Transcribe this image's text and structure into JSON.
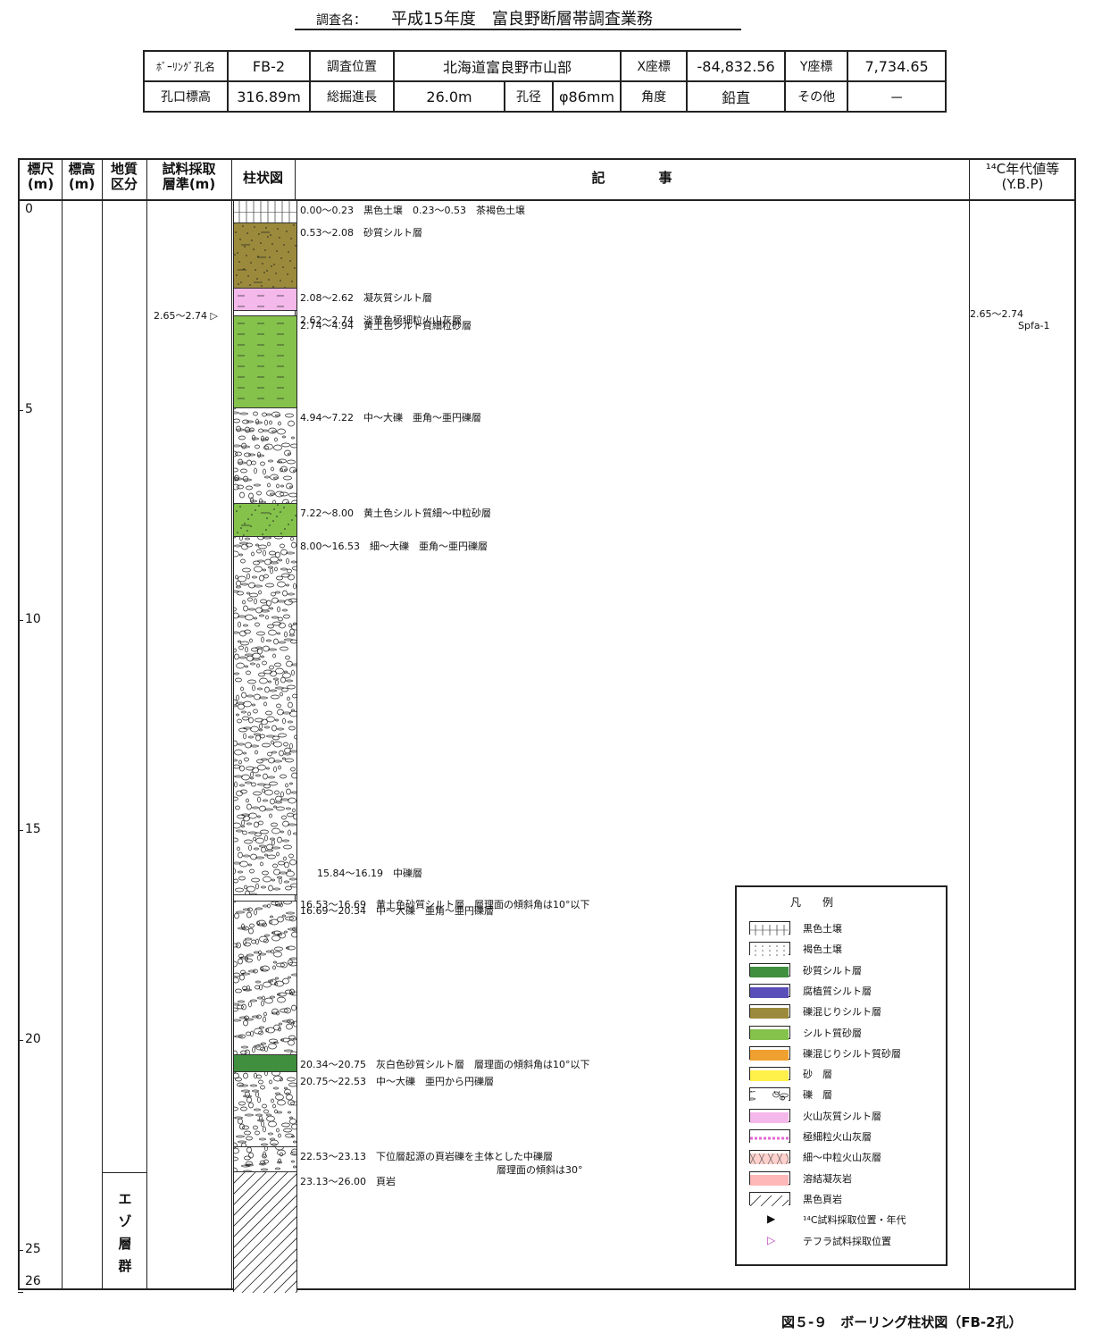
{
  "survey": {
    "label": "調査名：",
    "title": "平成15年度　富良野断層帯調査業務"
  },
  "header": {
    "row1": [
      "ﾎﾞｰﾘﾝｸﾞ孔名",
      "FB-2",
      "調査位置",
      "北海道富良野市山部",
      "X座標",
      "-84,832.56",
      "Y座標",
      "7,734.65"
    ],
    "row2": [
      "孔口標高",
      "316.89m",
      "総掘進長",
      "26.0m",
      "孔径",
      "φ86mm",
      "角度",
      "鉛直",
      "その他",
      "－"
    ]
  },
  "columns": {
    "scale": "標尺\n(m)",
    "elev": "標高\n(m)",
    "geo": "地質\n区分",
    "sample": "試料採取\n層準(m)",
    "column": "柱状図",
    "desc": "記　　　　事",
    "c14": "¹⁴C年代値等\n(Y.B.P)"
  },
  "depth_labels": [
    "0",
    "5",
    "10",
    "15",
    "20",
    "25",
    "26"
  ],
  "depth_values": [
    0,
    5,
    10,
    15,
    20,
    25,
    26
  ],
  "layers": [
    {
      "top": 0.0,
      "bot": 0.53,
      "color": "#ffffff",
      "pattern": "soil"
    },
    {
      "top": 0.53,
      "bot": 2.08,
      "color": "#9b8a3c",
      "pattern": "dots"
    },
    {
      "top": 2.08,
      "bot": 2.62,
      "color": "#f4b8ea",
      "pattern": "dash"
    },
    {
      "top": 2.62,
      "bot": 2.74,
      "color": "#e36ad4",
      "pattern": "none"
    },
    {
      "top": 2.74,
      "bot": 4.94,
      "color": "#84c24c",
      "pattern": "dash"
    },
    {
      "top": 4.94,
      "bot": 7.22,
      "color": "#ffffff",
      "pattern": "gravel"
    },
    {
      "top": 7.22,
      "bot": 8.0,
      "color": "#84c24c",
      "pattern": "dots"
    },
    {
      "top": 8.0,
      "bot": 16.53,
      "color": "#ffffff",
      "pattern": "gravel"
    },
    {
      "top": 16.53,
      "bot": 16.69,
      "color": "#3f8f3f",
      "pattern": "none"
    },
    {
      "top": 16.69,
      "bot": 20.34,
      "color": "#ffffff",
      "pattern": "gravel"
    },
    {
      "top": 20.34,
      "bot": 20.75,
      "color": "#3f8f3f",
      "pattern": "none"
    },
    {
      "top": 20.75,
      "bot": 22.53,
      "color": "#ffffff",
      "pattern": "gravel"
    },
    {
      "top": 22.53,
      "bot": 23.13,
      "color": "#ffffff",
      "pattern": "gravel"
    },
    {
      "top": 23.13,
      "bot": 26.0,
      "color": "#ffffff",
      "pattern": "hatch"
    }
  ],
  "descriptions": [
    {
      "depth": 0.0,
      "text": "0.00～0.23　黒色土壌　0.23～0.53　茶褐色土壌"
    },
    {
      "depth": 0.53,
      "text": "0.53～2.08　砂質シルト層"
    },
    {
      "depth": 2.08,
      "text": "2.08～2.62　凝灰質シルト層"
    },
    {
      "depth": 2.62,
      "text": "2.62～2.74　淡黄色極細粒火山灰層"
    },
    {
      "depth": 2.74,
      "text": "2.74～4.94　黄土色シルト質細粒砂層"
    },
    {
      "depth": 4.94,
      "text": "4.94～7.22　中～大礫　亜角～亜円礫層"
    },
    {
      "depth": 7.22,
      "text": "7.22～8.00　黄土色シルト質細～中粒砂層"
    },
    {
      "depth": 8.0,
      "text": "8.00～16.53　細～大礫　亜角～亜円礫層"
    },
    {
      "depth": 15.84,
      "text": "15.84～16.19　中礫層"
    },
    {
      "depth": 16.53,
      "text": "16.53～16.69　黄土色砂質シルト層　層理面の傾斜角は10°以下"
    },
    {
      "depth": 16.69,
      "text": "16.69～20.34　中～大礫　亜角～亜円礫層"
    },
    {
      "depth": 20.34,
      "text": "20.34～20.75　灰白色砂質シルト層　層理面の傾斜角は10°以下"
    },
    {
      "depth": 20.75,
      "text": "20.75～22.53　中～大礫　亜円から円礫層"
    },
    {
      "depth": 22.53,
      "text": "22.53～23.13　下位層起源の頁岩礫を主体とした中礫層"
    },
    {
      "depth": 22.85,
      "text": "層理面の傾斜は30°"
    },
    {
      "depth": 23.13,
      "text": "23.13～26.00　頁岩"
    }
  ],
  "sample": {
    "text": "2.65～2.74 ▷"
  },
  "c14": {
    "depth": "2.65～2.74",
    "name": "Spfa-1"
  },
  "geo_unit": {
    "text": "エ\nゾ\n層\n群"
  },
  "legend": {
    "title": "凡　例",
    "items": [
      {
        "label": "黒色土壌",
        "color": "#ffffff",
        "pattern": "soil"
      },
      {
        "label": "褐色土壌",
        "color": "#ffffff",
        "pattern": "soil2"
      },
      {
        "label": "砂質シルト層",
        "color": "#3f8f3f",
        "pattern": "none"
      },
      {
        "label": "腐植質シルト層",
        "color": "#5a4fb8",
        "pattern": "none"
      },
      {
        "label": "礫混じりシルト層",
        "color": "#9b8a3c",
        "pattern": "none"
      },
      {
        "label": "シルト質砂層",
        "color": "#84c24c",
        "pattern": "none"
      },
      {
        "label": "礫混じりシルト質砂層",
        "color": "#f0a030",
        "pattern": "none"
      },
      {
        "label": "砂　層",
        "color": "#fff04a",
        "pattern": "none"
      },
      {
        "label": "礫　層",
        "color": "#ffffff",
        "pattern": "gravel"
      },
      {
        "label": "火山灰質シルト層",
        "color": "#f4b8ea",
        "pattern": "none"
      },
      {
        "label": "極細粒火山灰層",
        "color": "#ffffff",
        "pattern": "pink"
      },
      {
        "label": "細～中粒火山灰層",
        "color": "#ffd0cc",
        "pattern": "cross"
      },
      {
        "label": "溶結凝灰岩",
        "color": "#ffb8b8",
        "pattern": "none"
      },
      {
        "label": "黒色頁岩",
        "color": "#ffffff",
        "pattern": "hatch"
      },
      {
        "label": "¹⁴C試料採取位置・年代",
        "marker": "▶",
        "markerColor": "#111111"
      },
      {
        "label": "テフラ試料採取位置",
        "marker": "▷",
        "markerColor": "#c040c0"
      }
    ]
  },
  "caption": "図５-９　ボーリング柱状図（FB-2孔）"
}
